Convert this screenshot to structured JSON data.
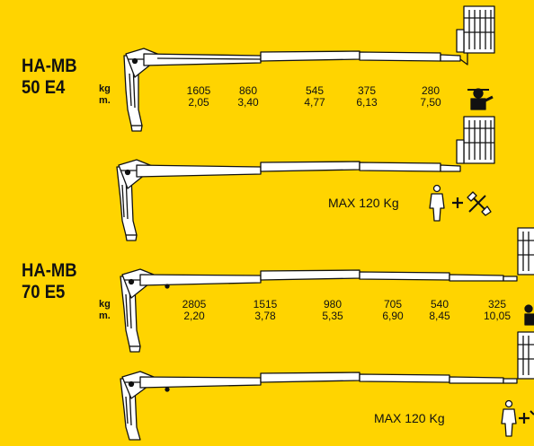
{
  "colors": {
    "background": "#FFD400",
    "ink": "#111111",
    "fill": "#FFFFFF"
  },
  "model1": {
    "name_line1": "HA-MB",
    "name_line2": "50 E4",
    "unit_kg": "kg",
    "unit_m": "m.",
    "loads": [
      "1605",
      "860",
      "545",
      "375",
      "280"
    ],
    "reaches": [
      "2,05",
      "3,40",
      "4,77",
      "6,13",
      "7,50"
    ]
  },
  "model2": {
    "name_line1": "HA-MB",
    "name_line2": "70 E5",
    "unit_kg": "kg",
    "unit_m": "m.",
    "loads": [
      "2805",
      "1515",
      "980",
      "705",
      "540",
      "325"
    ],
    "reaches": [
      "2,20",
      "3,78",
      "5,35",
      "6,90",
      "8,45",
      "10,05"
    ]
  },
  "max_label_1": "MAX 120 Kg",
  "max_label_2": "MAX 120 Kg",
  "icons": [
    "crane-boom-icon",
    "basket-platform-icon",
    "worker-icon",
    "plus-icon",
    "tools-icon"
  ]
}
